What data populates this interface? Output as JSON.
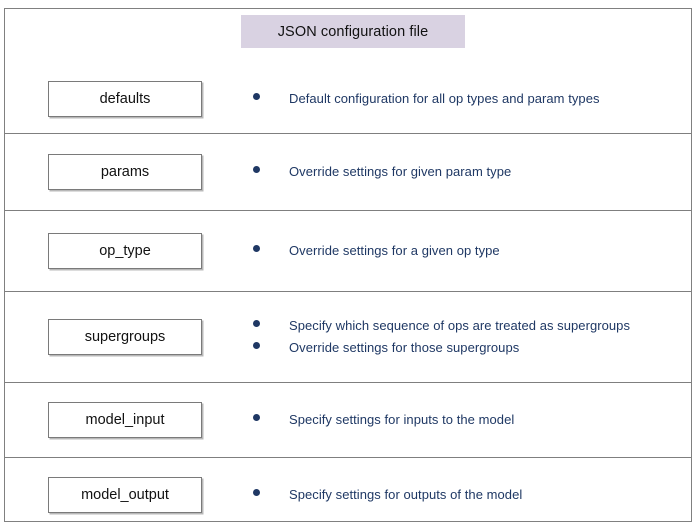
{
  "diagram": {
    "header": {
      "label": "JSON configuration file",
      "background_color": "#d9d2e2"
    },
    "colors": {
      "text_accent": "#1f3864",
      "box_border": "#7a7a7a",
      "table_border": "#7f7f7f"
    },
    "rows": [
      {
        "key": "defaults",
        "bullets": [
          "Default configuration for all op types and param types"
        ]
      },
      {
        "key": "params",
        "bullets": [
          "Override settings for given param type"
        ]
      },
      {
        "key": "op_type",
        "bullets": [
          "Override settings for a given op type"
        ]
      },
      {
        "key": "supergroups",
        "bullets": [
          "Specify which sequence of ops are treated as supergroups",
          "Override settings for those supergroups"
        ]
      },
      {
        "key": "model_input",
        "bullets": [
          "Specify settings for inputs to the model"
        ]
      },
      {
        "key": "model_output",
        "bullets": [
          "Specify settings for outputs of the model"
        ]
      }
    ]
  }
}
